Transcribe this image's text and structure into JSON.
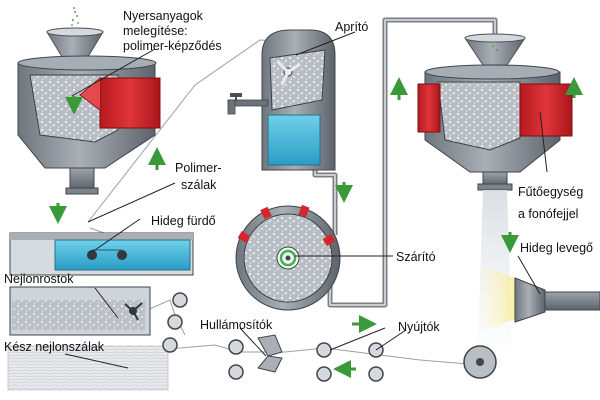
{
  "labels": {
    "melting_line1": "Nyersanyagok",
    "melting_line2": "melegítése:",
    "melting_line3": "polimer-képződés",
    "shredder": "Aprító",
    "polymer_fibers_line1": "Polimer-",
    "polymer_fibers_line2": "szálak",
    "cold_bath": "Hideg fürdő",
    "nylon_fibers": "Nejlonrostok",
    "finished_threads": "Kész nejlonszálak",
    "crimpers": "Hullámosítók",
    "dryer": "Szárító",
    "stretchers": "Nyújtók",
    "heater_line1": "Fűtőegység",
    "heater_line2": "a fonófejjel",
    "cold_air": "Hideg levegő"
  },
  "colors": {
    "metal_dark": "#5b6168",
    "metal_mid": "#8d949b",
    "metal_light": "#c3c8cd",
    "heater_red": "#d7262b",
    "water_blue": "#3fb6d9",
    "arrow_green": "#3a9a3a",
    "air_yellow": "#f3e27a"
  }
}
